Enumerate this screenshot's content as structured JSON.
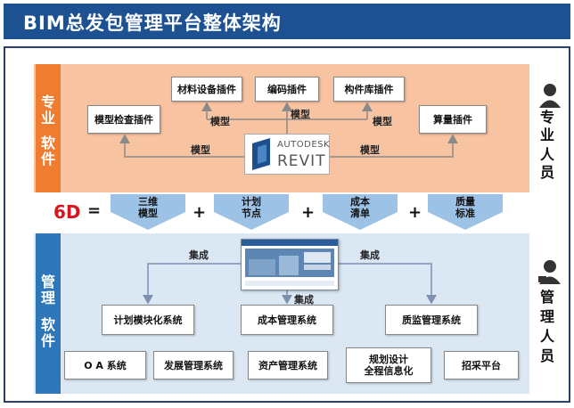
{
  "title": "BIM总发包管理平台整体架构",
  "top_section": {
    "side_label": [
      "专",
      "业",
      "软",
      "件"
    ],
    "plugins": [
      "材料设备插件",
      "编码插件",
      "构件库插件",
      "模型检查插件",
      "算量插件"
    ],
    "edge_label": "模型",
    "revit": {
      "brand": "AUTODESK",
      "product": "REVIT"
    },
    "right_label": [
      "专",
      "业",
      "人",
      "员"
    ]
  },
  "equation": {
    "lead": "6D",
    "equals": "=",
    "items": [
      "三维\n模型",
      "计划\n节点",
      "成本\n清单",
      "质量\n标准"
    ],
    "plus": "+"
  },
  "bottom_section": {
    "side_label": [
      "管",
      "理",
      "软",
      "件"
    ],
    "edge_label": "集成",
    "systems": [
      "计划模块化系统",
      "成本管理系统",
      "质监管理系统"
    ],
    "bottom_row": [
      "O A 系统",
      "发展管理系统",
      "资产管理系统",
      "规划设计\n全程信息化",
      "招采平台"
    ],
    "right_label": [
      "管",
      "理",
      "人",
      "员"
    ]
  },
  "colors": {
    "header": "#1d5192",
    "top_band": "#f8c3a1",
    "top_side": "#ef7d31",
    "bottom_band": "#dbe8f4",
    "bottom_side": "#2d76b8",
    "lead": "#d9141c",
    "chevron": "#9cc2e5"
  }
}
